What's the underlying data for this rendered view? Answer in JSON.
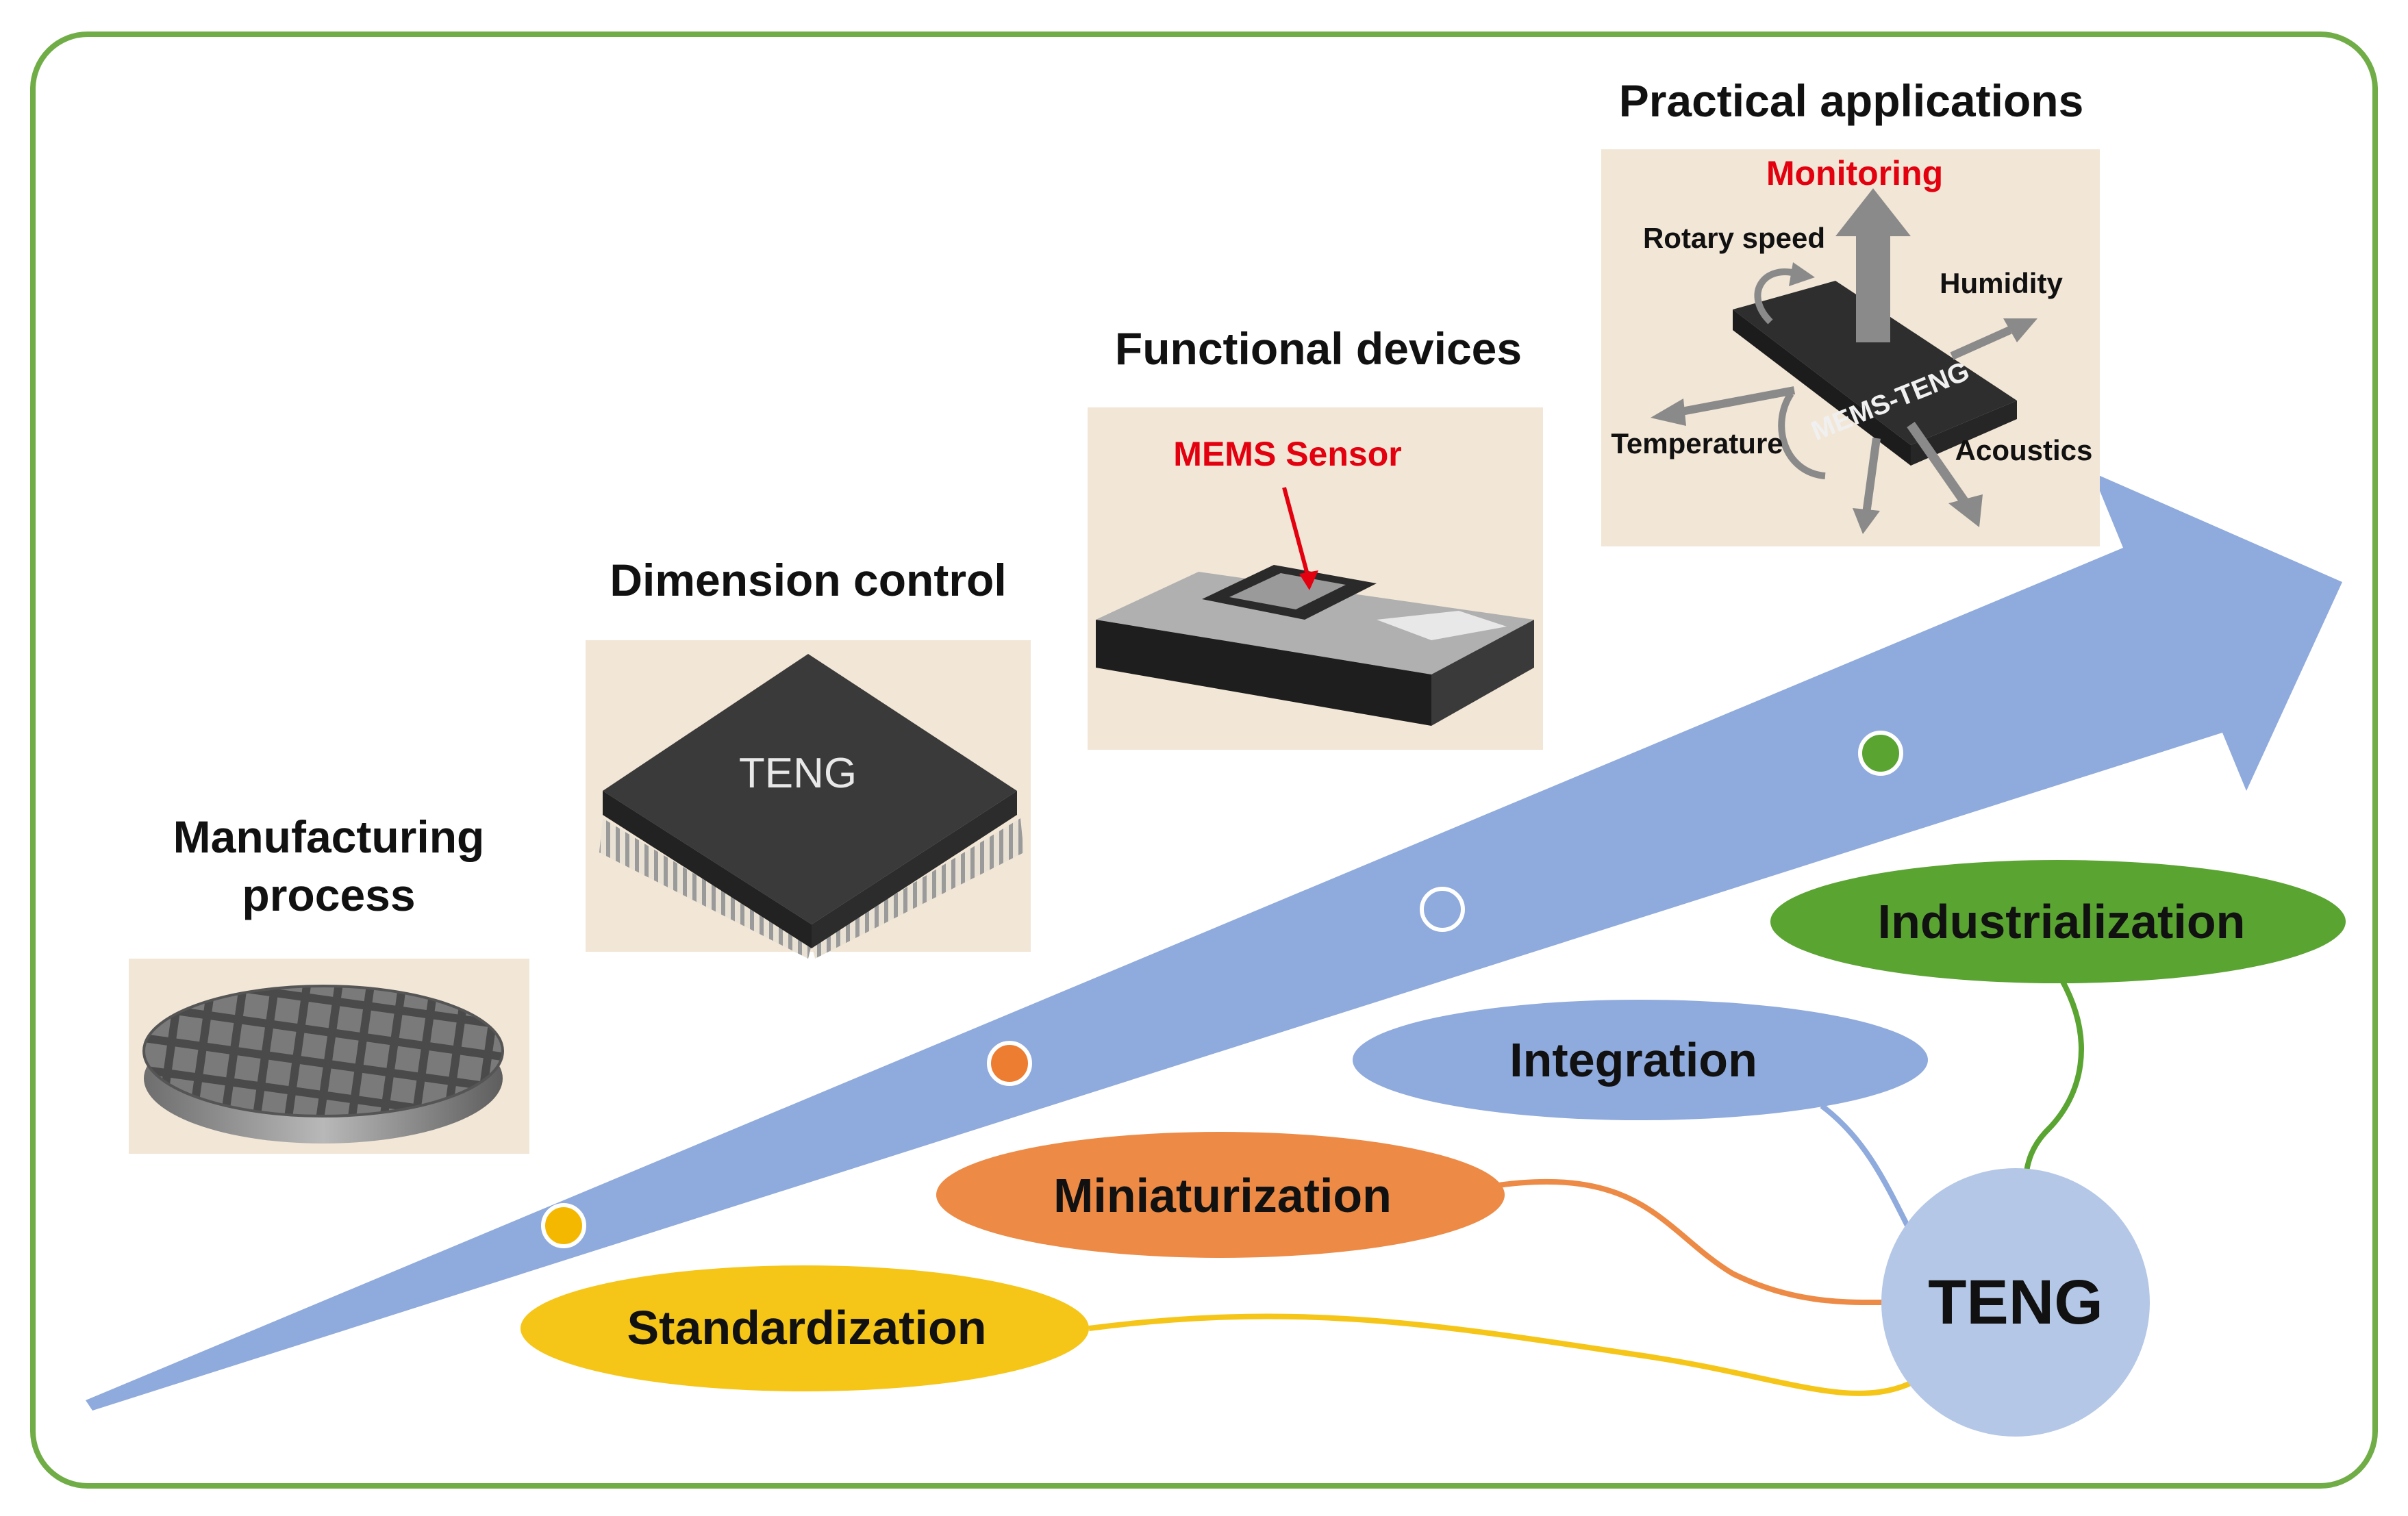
{
  "stages": [
    {
      "title_line1": "Manufacturing",
      "title_line2": "process",
      "marker_color": "#f5b800"
    },
    {
      "title": "Dimension control",
      "chip_label": "TENG",
      "marker_color": "#ed7d31"
    },
    {
      "title": "Functional devices",
      "sensor_label": "MEMS Sensor",
      "marker_color": "#ffffff"
    },
    {
      "title": "Practical applications",
      "marker_color": "#5aa432"
    }
  ],
  "applications": {
    "center": "MEMS-TENG",
    "monitoring": "Monitoring",
    "rotary_speed": "Rotary speed",
    "humidity": "Humidity",
    "temperature": "Temperature",
    "acoustics": "Acoustics"
  },
  "hub": {
    "label": "TENG",
    "color": "#b4c7e7"
  },
  "bubbles": [
    {
      "label": "Industrialization",
      "color": "#5aa432"
    },
    {
      "label": "Integration",
      "color": "#8faadc"
    },
    {
      "label": "Miniaturization",
      "color": "#ed8a45"
    },
    {
      "label": "Standardization",
      "color": "#f5c518"
    }
  ],
  "colors": {
    "frame": "#70ad47",
    "arrow": "#8faadc",
    "photo_bg": "#f2e6d6"
  }
}
